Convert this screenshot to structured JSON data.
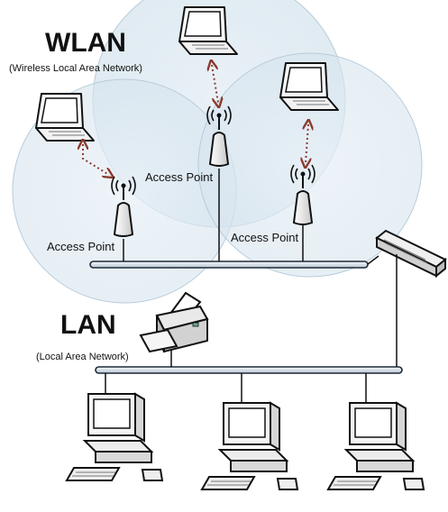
{
  "wlan": {
    "title": "WLAN",
    "subtitle": "(Wireless Local Area Network)"
  },
  "lan": {
    "title": "LAN",
    "subtitle": "(Local Area Network)"
  },
  "access_points": [
    {
      "label": "Access Point"
    },
    {
      "label": "Access Point"
    },
    {
      "label": "Access Point"
    }
  ],
  "colors": {
    "coverage_fill": "#dde9f1",
    "coverage_stroke": "#b8ccd9",
    "link_arrow": "#8b3a2e",
    "bus": "#dfe7ee",
    "bus_stroke": "#1e2a3a"
  }
}
